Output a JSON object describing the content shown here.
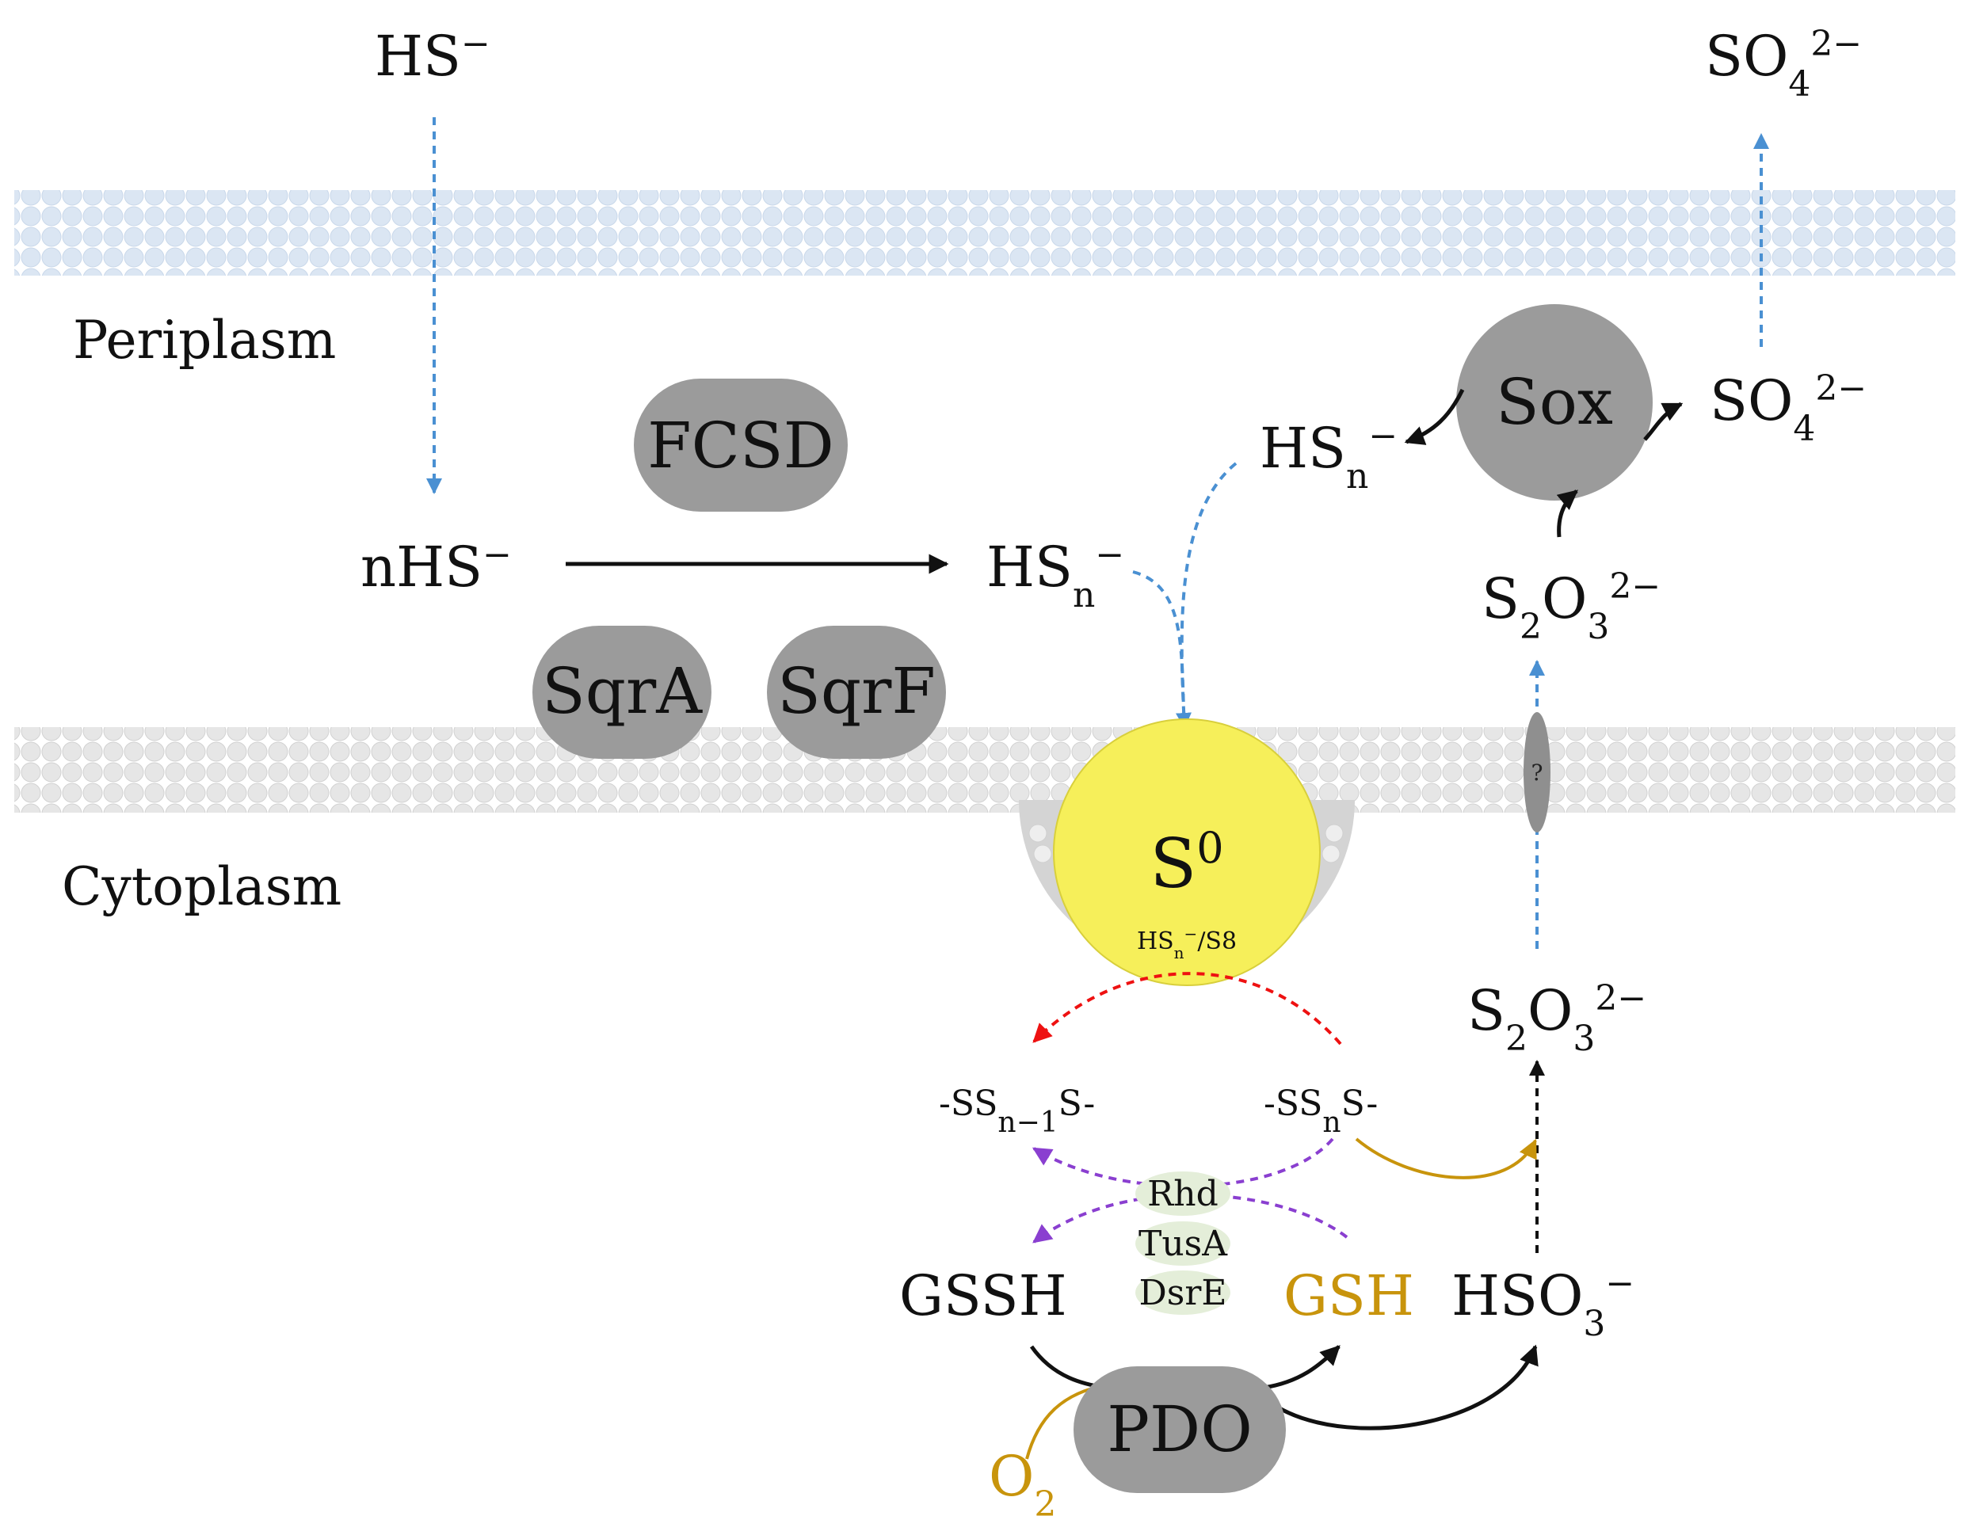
{
  "colors": {
    "periplasm_membrane": "#dbe6f3",
    "cytoplasm_membrane": "#e3e3e3",
    "enzyme_fill": "#9b9b9b",
    "sulfur_globule": "#f6ef5a",
    "globule_envelope": "#d4d4d4",
    "blue_arrow": "#4a90d2",
    "black_arrow": "#111111",
    "red_arrow": "#ee1111",
    "purple_arrow": "#8a3fd0",
    "gold": "#c8940c",
    "rhd_bubble": "#e4eed9"
  },
  "compartments": {
    "periplasm": "Periplasm",
    "cytoplasm": "Cytoplasm"
  },
  "species": {
    "hs_outside": {
      "main": "HS",
      "sup": "−"
    },
    "so4_outside": {
      "main": "SO",
      "sub": "4",
      "sup": "2−"
    },
    "nhs": {
      "main": "nHS",
      "sup": "−"
    },
    "hsn_mid": {
      "main": "HS",
      "sub": "n",
      "sup": "−"
    },
    "hsn_sox": {
      "main": "HS",
      "sub": "n",
      "sup": "−"
    },
    "so4_sox": {
      "main": "SO",
      "sub": "4",
      "sup": "2−"
    },
    "s2o3_upper": {
      "a": "S",
      "b": "2",
      "c": "O",
      "d": "3",
      "sup": "2−"
    },
    "s2o3_lower": {
      "a": "S",
      "b": "2",
      "c": "O",
      "d": "3",
      "sup": "2−"
    },
    "ssn1s": {
      "pre": "-SS",
      "sub": "n−1",
      "post": "S-"
    },
    "ssns": {
      "pre": "-SS",
      "sub": "n",
      "post": "S-"
    },
    "gssh": "GSSH",
    "gsh": "GSH",
    "hso3": {
      "main": "HSO",
      "sub": "3",
      "sup": "−"
    },
    "o2": {
      "main": "O",
      "sub": "2"
    }
  },
  "enzymes": {
    "fcsd": "FCSD",
    "sqra": "SqrA",
    "sqrf": "SqrF",
    "sox": "Sox",
    "pdo": "PDO",
    "rhd": "Rhd",
    "tusa": "TusA",
    "dsre": "DsrE",
    "transporter": "?"
  },
  "globule": {
    "label": {
      "main": "S",
      "sup": "0"
    },
    "content": {
      "main": "HS",
      "sub": "n",
      "sup": "−",
      "tail": "/S8"
    }
  }
}
